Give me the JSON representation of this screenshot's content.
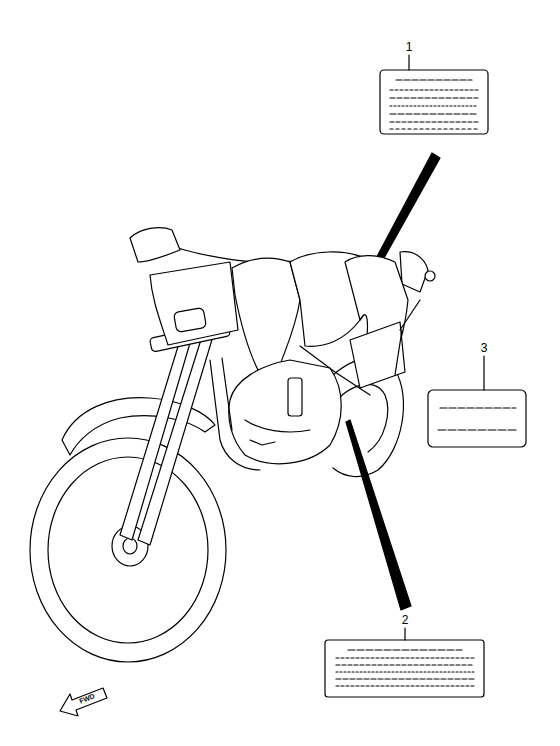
{
  "diagram": {
    "labels": [
      "1",
      "2",
      "3",
      "FWD"
    ]
  }
}
